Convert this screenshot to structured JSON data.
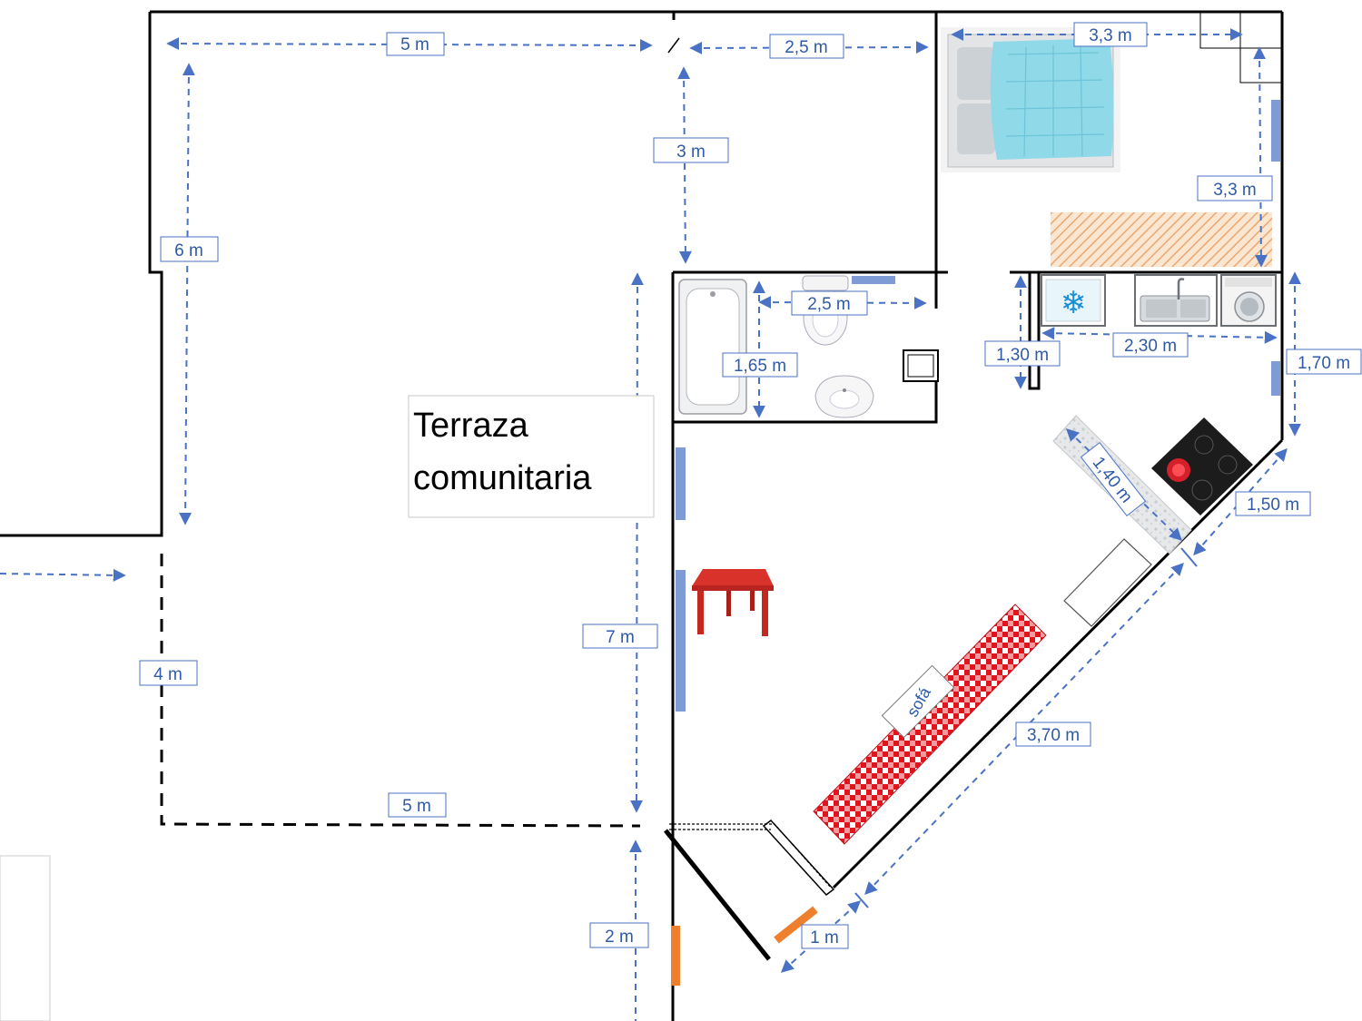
{
  "title": {
    "line1": "Terraza",
    "line2": "comunitaria"
  },
  "labels": {
    "terrace_width_top": "5 m",
    "corridor_width": "2,5 m",
    "corridor_depth": "3 m",
    "terrace_depth": "6 m",
    "terrace_lower_left": "4 m",
    "terrace_width_bottom": "5 m",
    "terrace_long_side": "7 m",
    "entry_gap": "2 m",
    "bedroom_width": "3,3 m",
    "bedroom_depth": "3,3 m",
    "bathroom_width": "2,5 m",
    "bathroom_depth": "1,65 m",
    "kitchen_left_depth": "1,30 m",
    "kitchen_counter": "2,30 m",
    "kitchen_right_depth": "1,70 m",
    "island_length": "1,40 m",
    "diagonal_short": "1,50 m",
    "diagonal_long": "3,70 m",
    "door_width": "1 m",
    "sofa": "sofá"
  },
  "colors": {
    "dimension": "#4a72c4",
    "dimension_text": "#2f5aa8",
    "window": "#7f9bd6",
    "door_accent": "#ee7f2d",
    "bed": "#8fd9e8",
    "table": "#d9322b",
    "sofa_check": "#e0141c",
    "hatch": "#f0c49a"
  },
  "icons": [
    "bed-icon",
    "bathtub-icon",
    "toilet-icon",
    "sink-icon",
    "fridge-icon",
    "kitchen-sink-icon",
    "washing-machine-icon",
    "cooktop-icon",
    "table-icon",
    "sofa-icon"
  ]
}
